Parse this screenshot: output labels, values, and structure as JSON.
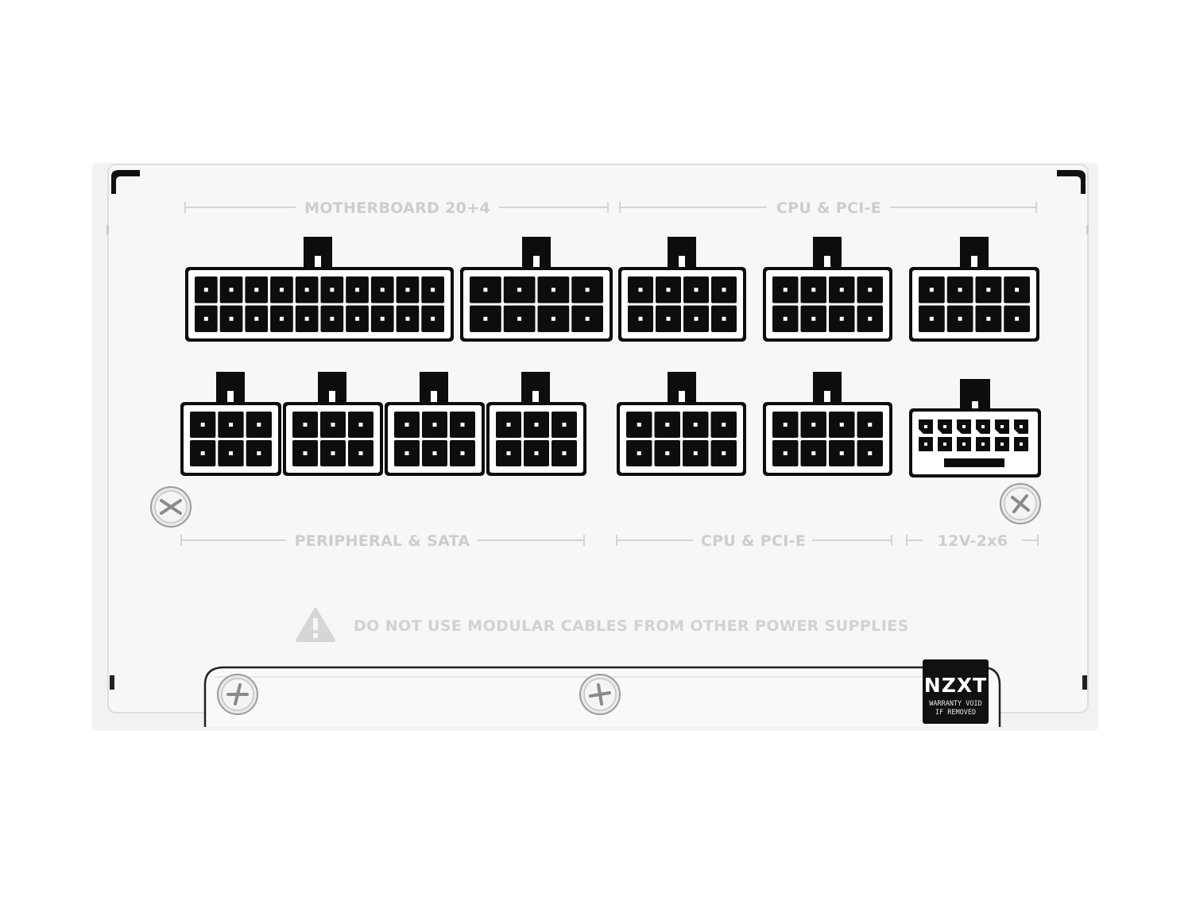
{
  "colors": {
    "background": "#ffffff",
    "panel": "#f7f7f7",
    "panel_edge": "#d9d9d9",
    "label_gray": "#cdcdcd",
    "connector_black": "#0d0d0d",
    "pin_white": "#ffffff"
  },
  "labels": {
    "motherboard": "MOTHERBOARD 20+4",
    "cpu_pcie_top": "CPU & PCI-E",
    "peripheral_sata": "PERIPHERAL & SATA",
    "cpu_pcie_bottom": "CPU & PCI-E",
    "twelve_v": "12V-2x6"
  },
  "warning": {
    "icon": "warning-triangle-icon",
    "text": "DO NOT USE MODULAR CABLES FROM OTHER POWER SUPPLIES"
  },
  "sticker": {
    "brand": "NZXT",
    "line1": "WARRANTY VOID",
    "line2": "IF REMOVED"
  },
  "connectors": {
    "top_row": [
      {
        "name": "motherboard-20-pin",
        "pins": 20
      },
      {
        "name": "motherboard-4-pin",
        "pins": 8
      },
      {
        "name": "cpu-pcie-top-1",
        "pins": 8
      },
      {
        "name": "cpu-pcie-top-2",
        "pins": 8
      },
      {
        "name": "cpu-pcie-top-3",
        "pins": 8
      }
    ],
    "bottom_row": [
      {
        "name": "peripheral-sata-1",
        "pins": 6
      },
      {
        "name": "peripheral-sata-2",
        "pins": 6
      },
      {
        "name": "peripheral-sata-3",
        "pins": 6
      },
      {
        "name": "peripheral-sata-4",
        "pins": 6
      },
      {
        "name": "cpu-pcie-bottom-1",
        "pins": 8
      },
      {
        "name": "cpu-pcie-bottom-2",
        "pins": 8
      },
      {
        "name": "12v-2x6",
        "pins": 12
      }
    ]
  },
  "screws": [
    "screw-icon",
    "screw-icon",
    "screw-icon",
    "screw-icon"
  ]
}
